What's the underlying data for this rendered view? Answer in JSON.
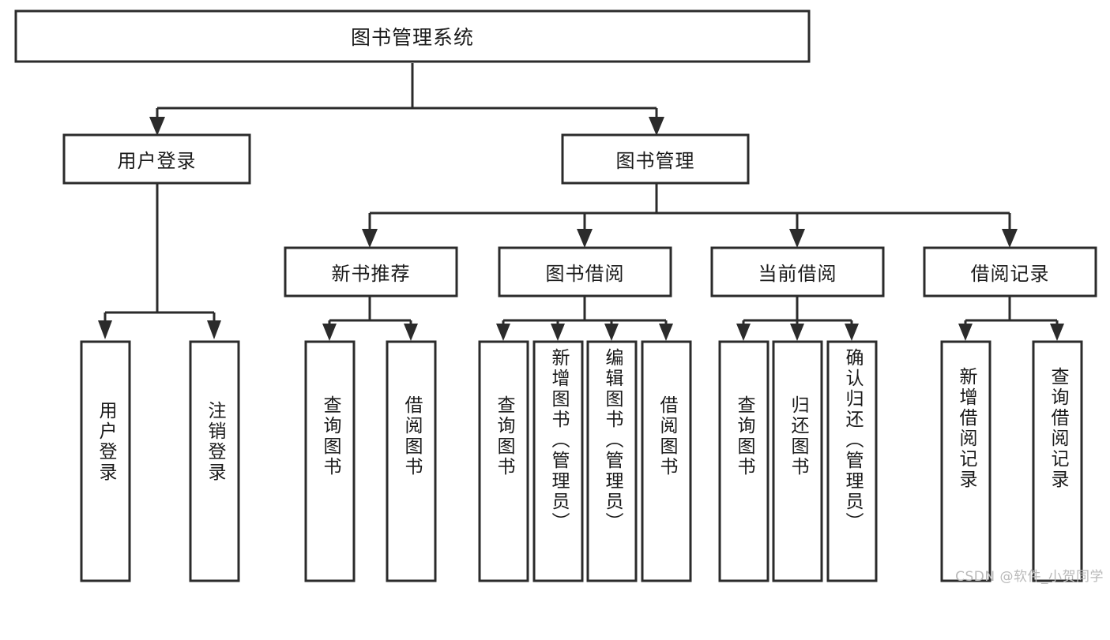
{
  "diagram": {
    "type": "tree-hierarchy-chart",
    "root": {
      "id": "root",
      "label": "图书管理系统",
      "orientation": "horizontal"
    },
    "level2": [
      {
        "id": "user-login",
        "label": "用户登录",
        "orientation": "horizontal"
      },
      {
        "id": "book-management",
        "label": "图书管理",
        "orientation": "horizontal"
      }
    ],
    "level3": [
      {
        "id": "new-book-recommend",
        "label": "新书推荐",
        "orientation": "horizontal",
        "parent": "book-management"
      },
      {
        "id": "book-borrow",
        "label": "图书借阅",
        "orientation": "horizontal",
        "parent": "book-management"
      },
      {
        "id": "current-borrow",
        "label": "当前借阅",
        "orientation": "horizontal",
        "parent": "book-management"
      },
      {
        "id": "borrow-record",
        "label": "借阅记录",
        "orientation": "horizontal",
        "parent": "book-management"
      }
    ],
    "leaves": [
      {
        "id": "leaf-user-login",
        "label": "用户登录",
        "orientation": "vertical",
        "parent": "user-login"
      },
      {
        "id": "leaf-user-logout",
        "label": "注销登录",
        "orientation": "vertical",
        "parent": "user-login"
      },
      {
        "id": "leaf-query-book-1",
        "label": "查询图书",
        "orientation": "vertical",
        "parent": "new-book-recommend"
      },
      {
        "id": "leaf-borrow-book-1",
        "label": "借阅图书",
        "orientation": "vertical",
        "parent": "new-book-recommend"
      },
      {
        "id": "leaf-query-book-2",
        "label": "查询图书",
        "orientation": "vertical",
        "parent": "book-borrow"
      },
      {
        "id": "leaf-add-book",
        "label": "新增图书（管理员）",
        "orientation": "vertical",
        "parent": "book-borrow"
      },
      {
        "id": "leaf-edit-book",
        "label": "编辑图书（管理员）",
        "orientation": "vertical",
        "parent": "book-borrow"
      },
      {
        "id": "leaf-borrow-book-2",
        "label": "借阅图书",
        "orientation": "vertical",
        "parent": "book-borrow"
      },
      {
        "id": "leaf-query-book-3",
        "label": "查询图书",
        "orientation": "vertical",
        "parent": "current-borrow"
      },
      {
        "id": "leaf-return-book",
        "label": "归还图书",
        "orientation": "vertical",
        "parent": "current-borrow"
      },
      {
        "id": "leaf-confirm-return",
        "label": "确认归还（管理员）",
        "orientation": "vertical",
        "parent": "current-borrow"
      },
      {
        "id": "leaf-add-record",
        "label": "新增借阅记录",
        "orientation": "vertical",
        "parent": "borrow-record"
      },
      {
        "id": "leaf-query-record",
        "label": "查询借阅记录",
        "orientation": "vertical",
        "parent": "borrow-record"
      }
    ]
  },
  "watermark": {
    "text": "CSDN @软件_小贺同学"
  },
  "colors": {
    "stroke": "#2b2b2b",
    "fill": "#ffffff",
    "text": "#1a1a1a",
    "watermark": "#b9b9b9",
    "background": "#ffffff"
  }
}
